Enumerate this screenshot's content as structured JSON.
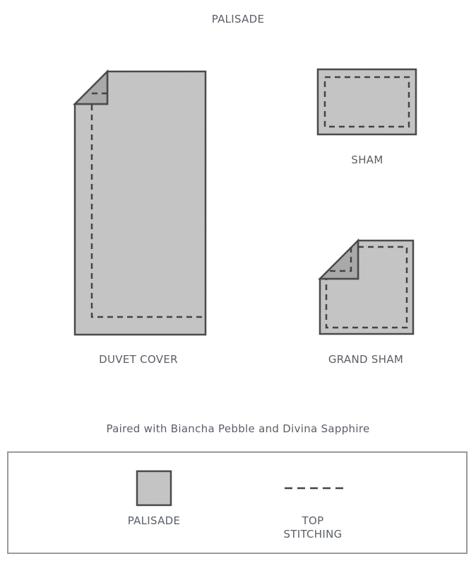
{
  "title": "PALISADE",
  "items": [
    {
      "label": "DUVET COVER"
    },
    {
      "label": "SHAM"
    },
    {
      "label": "GRAND SHAM"
    }
  ],
  "paired_text": "Paired with Biancha Pebble and Divina Sapphire",
  "legend": {
    "fabric_label": "PALISADE",
    "stitch_label_line1": "TOP",
    "stitch_label_line2": "STITCHING"
  },
  "colors": {
    "outline": "#4a4a4a",
    "fabric": "#b8b8b8",
    "text": "#5a5f66",
    "legend_border": "#9a9a9a"
  }
}
